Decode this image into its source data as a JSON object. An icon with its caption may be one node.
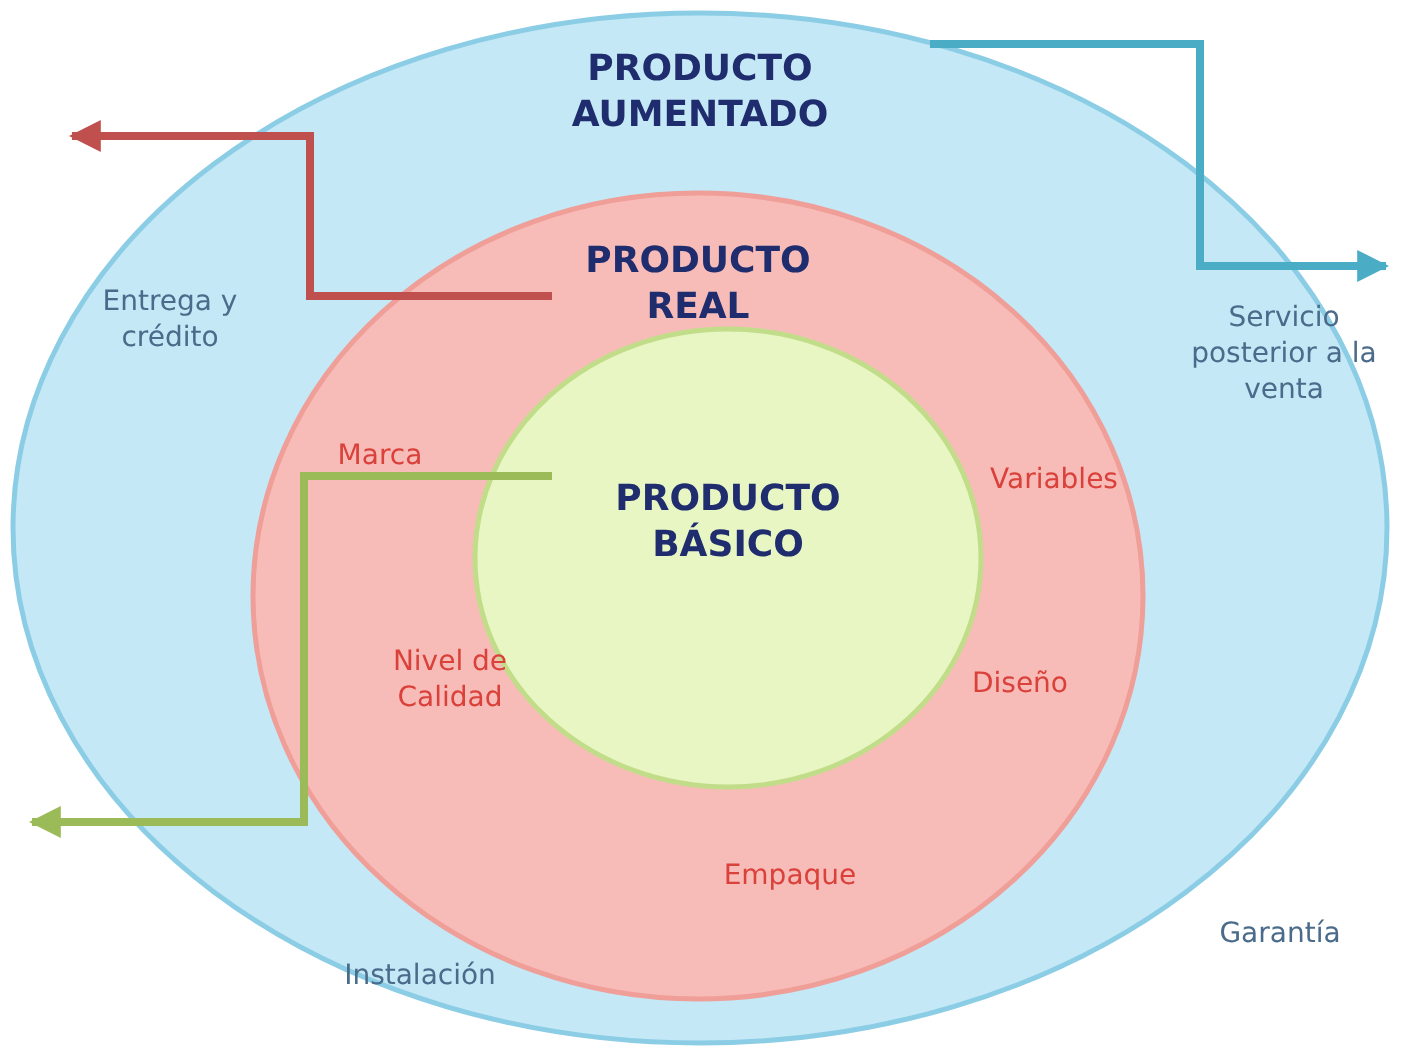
{
  "diagram": {
    "nodes": [
      {
        "text": [
          "PRODUCTO AUMENTADO"
        ]
      },
      {
        "text": [
          "PRODUCTO REAL"
        ],
        "in": 0
      },
      {
        "text": [
          "PRODUCTO BÁSICO"
        ],
        "in": 1
      }
    ],
    "edges": [
      {
        "from": 1,
        "to": null,
        "arrow": "to",
        "color": "#c0504d"
      },
      {
        "from": 0,
        "to": null,
        "arrow": "to",
        "color": "#4bacc6"
      },
      {
        "from": 2,
        "to": null,
        "arrow": "to",
        "color": "#9bbb59"
      }
    ],
    "labels": [
      "Entrega y crédito",
      "Servicio posterior a la venta",
      "Marca",
      "Variables",
      "Nivel de Calidad",
      "Diseño",
      "Empaque",
      "Garantía",
      "Instalación"
    ]
  }
}
